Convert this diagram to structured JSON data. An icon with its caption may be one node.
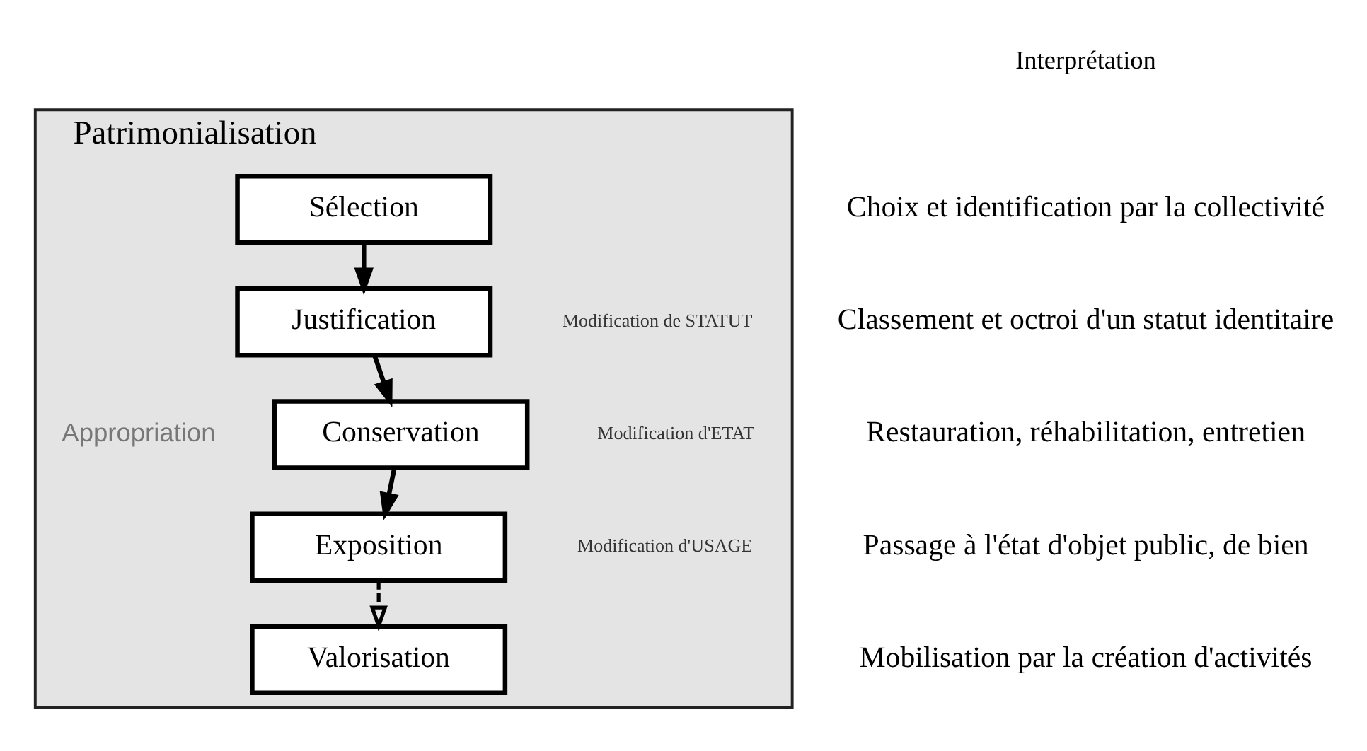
{
  "diagram": {
    "nodes": [
      {
        "text": [
          "Patrimonialisation"
        ]
      },
      {
        "text": [
          "Sélection"
        ],
        "in": 0
      },
      {
        "text": [
          "Justification"
        ],
        "in": 0
      },
      {
        "text": [
          "Conservation"
        ],
        "in": 0
      },
      {
        "text": [
          "Exposition"
        ],
        "in": 0
      },
      {
        "text": [
          "Valorisation"
        ],
        "in": 0
      }
    ],
    "edges": [
      {
        "from": 1,
        "to": 2,
        "arrow": "to"
      },
      {
        "from": 2,
        "to": 3,
        "arrow": "to"
      },
      {
        "from": 3,
        "to": 4,
        "arrow": "to"
      },
      {
        "from": 4,
        "to": 5,
        "arrow": "to",
        "style": "dashed"
      }
    ],
    "labels": [
      "Interprétation",
      "Choix et identification par la collectivité",
      "Classement et octroi d'un statut identitaire",
      "Modification de STATUT",
      "Restauration, réhabilitation, entretien",
      "Modification d'ETAT",
      "Passage à l'état d'objet public, de bien",
      "Modification d'USAGE",
      "Mobilisation par la création d'activités",
      "Appropriation"
    ]
  }
}
